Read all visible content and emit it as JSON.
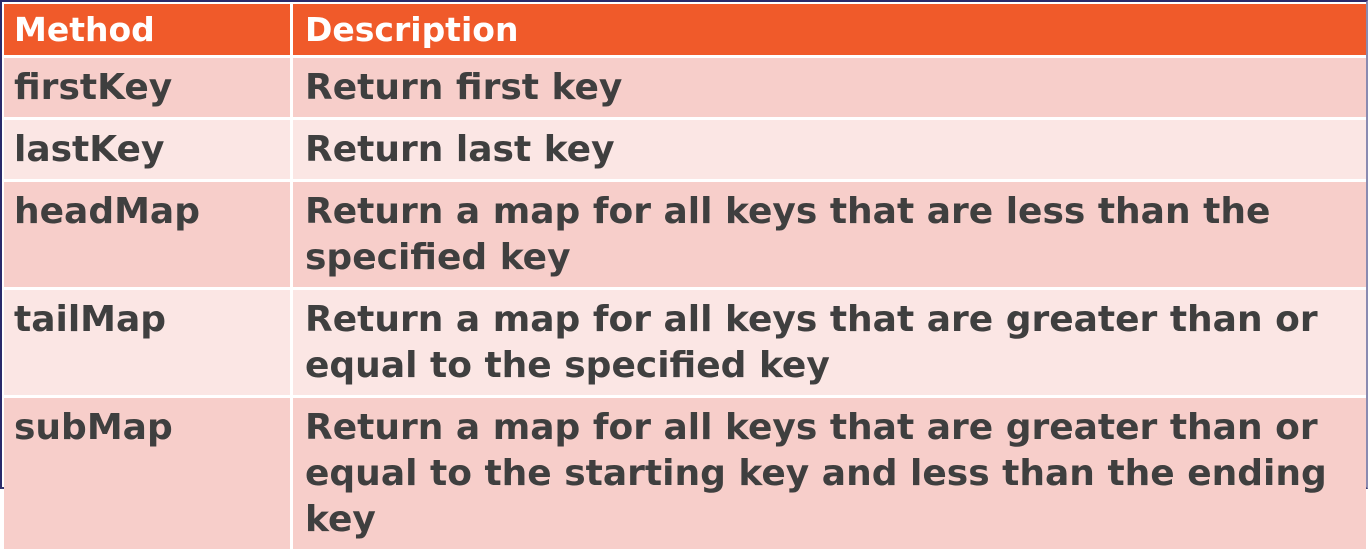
{
  "table": {
    "headers": [
      "Method",
      "Description"
    ],
    "rows": [
      {
        "method": "firstKey",
        "description": "Return first key"
      },
      {
        "method": "lastKey",
        "description": "Return last key"
      },
      {
        "method": "headMap",
        "description": "Return a map for all keys that are less than the specified key"
      },
      {
        "method": "tailMap",
        "description": "Return a map for all keys that are greater than or equal to the specified key"
      },
      {
        "method": "subMap",
        "description": "Return a map for all keys that are greater than or equal to the starting key and less than the ending key"
      }
    ]
  },
  "colors": {
    "header_bg": "#f05a2a",
    "header_text": "#ffffff",
    "row_odd_bg": "#f7ceca",
    "row_even_bg": "#fbe6e4",
    "body_text": "#3f3f3f"
  }
}
